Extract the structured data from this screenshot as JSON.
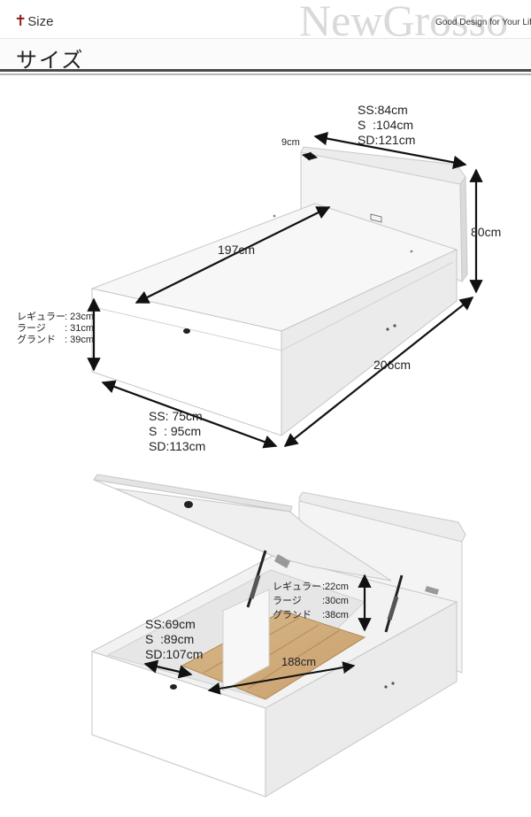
{
  "header": {
    "brand_mark": "✝",
    "section_tag": "Size",
    "watermark": "NewGrosso",
    "tagline": "Good Design for Your Life",
    "page_title": "サイズ"
  },
  "closed_bed": {
    "headboard_width": [
      "SS:84cm",
      "S  :104cm",
      "SD:121cm"
    ],
    "headboard_depth": "9cm",
    "headboard_height": "80cm",
    "inner_length": "197cm",
    "frame_length": "206cm",
    "frame_height": [
      {
        "key": "レギュラー",
        "val": ": 23cm"
      },
      {
        "key": "ラージ",
        "val": ": 31cm"
      },
      {
        "key": "グランド",
        "val": ": 39cm"
      }
    ],
    "frame_width": [
      "SS: 75cm",
      "S  : 95cm",
      "SD:113cm"
    ]
  },
  "open_bed": {
    "storage_depth": [
      {
        "key": "レギュラー",
        "val": ":22cm"
      },
      {
        "key": "ラージ",
        "val": ":30cm"
      },
      {
        "key": "グランド",
        "val": ":38cm"
      }
    ],
    "storage_width": [
      "SS:69cm",
      "S  :89cm",
      "SD:107cm"
    ],
    "storage_length": "188cm"
  }
}
